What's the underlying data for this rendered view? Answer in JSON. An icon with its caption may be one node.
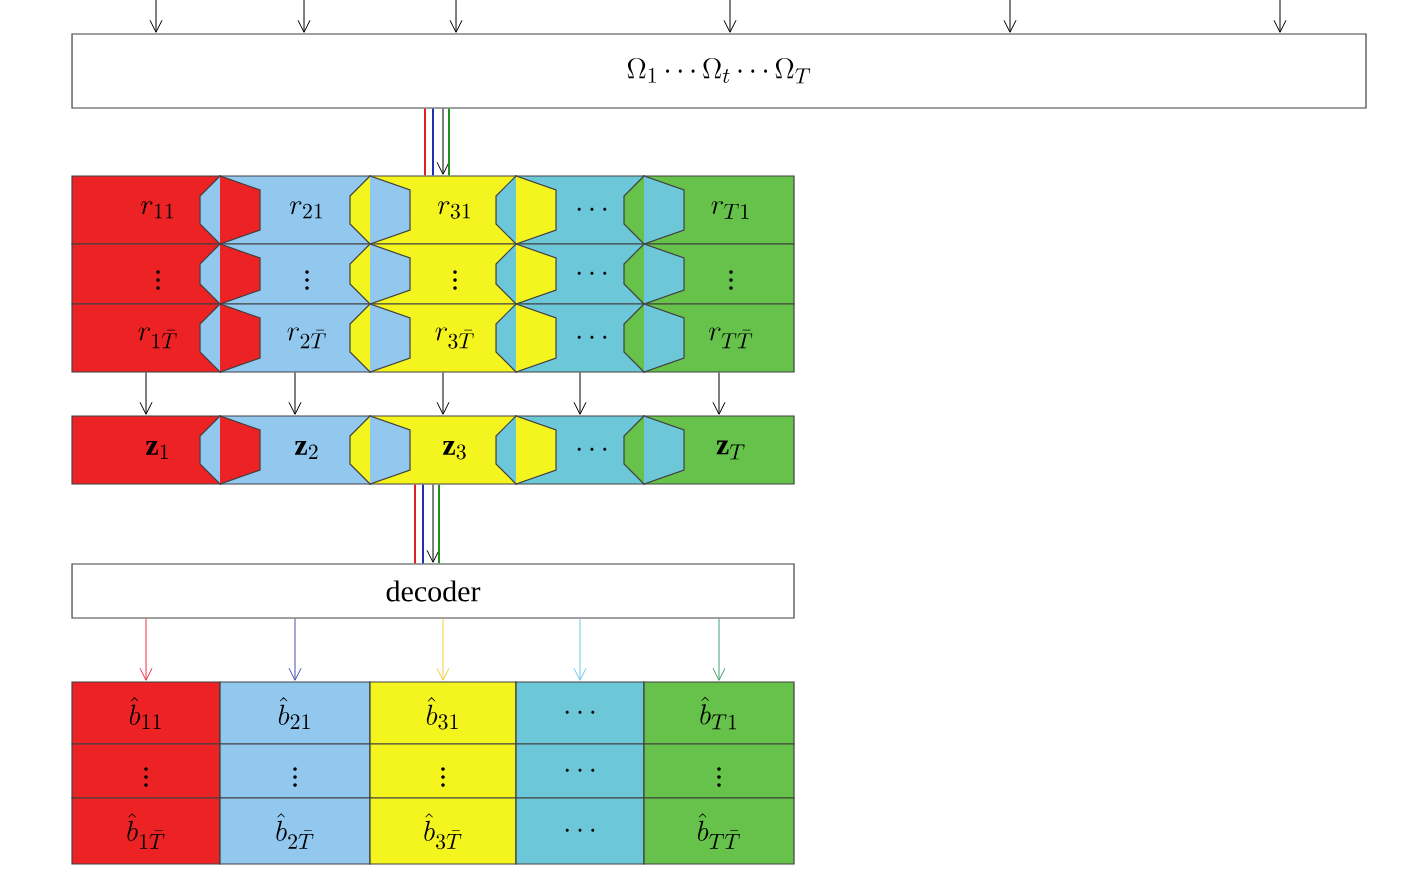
{
  "diagram": {
    "nodes": [
      {
        "text": [
          "\\Omega_1 \\cdots \\Omega_t \\cdots \\Omega_T"
        ]
      },
      {
        "text": [
          "r_{11}"
        ]
      },
      {
        "text": [
          "r_{21}"
        ]
      },
      {
        "text": [
          "r_{31}"
        ]
      },
      {
        "text": [
          "\\cdots"
        ]
      },
      {
        "text": [
          "r_{T1}"
        ]
      },
      {
        "text": [
          "\\vdots"
        ]
      },
      {
        "text": [
          "\\vdots"
        ]
      },
      {
        "text": [
          "\\vdots"
        ]
      },
      {
        "text": [
          "\\cdots"
        ]
      },
      {
        "text": [
          "\\vdots"
        ]
      },
      {
        "text": [
          "r_{1\\bar{T}}"
        ]
      },
      {
        "text": [
          "r_{2\\bar{T}}"
        ]
      },
      {
        "text": [
          "r_{3\\bar{T}}"
        ]
      },
      {
        "text": [
          "\\cdots"
        ]
      },
      {
        "text": [
          "r_{T\\bar{T}}"
        ]
      },
      {
        "text": [
          "\\mathbf{z}_1"
        ]
      },
      {
        "text": [
          "\\mathbf{z}_2"
        ]
      },
      {
        "text": [
          "\\mathbf{z}_3"
        ]
      },
      {
        "text": [
          "\\cdots"
        ]
      },
      {
        "text": [
          "\\mathbf{z}_T"
        ]
      },
      {
        "text": [
          "decoder"
        ]
      },
      {
        "text": [
          "\\hat{b}_{11}"
        ]
      },
      {
        "text": [
          "\\hat{b}_{21}"
        ]
      },
      {
        "text": [
          "\\hat{b}_{31}"
        ]
      },
      {
        "text": [
          "\\cdots"
        ]
      },
      {
        "text": [
          "\\hat{b}_{T1}"
        ]
      },
      {
        "text": [
          "\\vdots"
        ]
      },
      {
        "text": [
          "\\vdots"
        ]
      },
      {
        "text": [
          "\\vdots"
        ]
      },
      {
        "text": [
          "\\cdots"
        ]
      },
      {
        "text": [
          "\\vdots"
        ]
      },
      {
        "text": [
          "\\hat{b}_{1\\bar{T}}"
        ]
      },
      {
        "text": [
          "\\hat{b}_{2\\bar{T}}"
        ]
      },
      {
        "text": [
          "\\hat{b}_{3\\bar{T}}"
        ]
      },
      {
        "text": [
          "\\cdots"
        ]
      },
      {
        "text": [
          "\\hat{b}_{T\\bar{T}}"
        ]
      }
    ],
    "edges": [
      {
        "from": null,
        "to": 0,
        "arrow": "to"
      },
      {
        "from": null,
        "to": 0,
        "arrow": "to"
      },
      {
        "from": null,
        "to": 0,
        "arrow": "to"
      },
      {
        "from": null,
        "to": 0,
        "arrow": "to"
      },
      {
        "from": null,
        "to": 0,
        "arrow": "to"
      },
      {
        "from": null,
        "to": 0,
        "arrow": "to"
      },
      {
        "from": 0,
        "to": 3,
        "arrow": "to"
      },
      {
        "from": 0,
        "to": 3,
        "arrow": "none",
        "color": "#e02020"
      },
      {
        "from": 0,
        "to": 3,
        "arrow": "none",
        "color": "#2030b0"
      },
      {
        "from": 0,
        "to": 3,
        "arrow": "none",
        "color": "#209020"
      },
      {
        "from": 11,
        "to": 16,
        "arrow": "to"
      },
      {
        "from": 12,
        "to": 17,
        "arrow": "to"
      },
      {
        "from": 13,
        "to": 18,
        "arrow": "to"
      },
      {
        "from": 14,
        "to": 19,
        "arrow": "to"
      },
      {
        "from": 15,
        "to": 20,
        "arrow": "to"
      },
      {
        "from": 18,
        "to": 21,
        "arrow": "to"
      },
      {
        "from": 18,
        "to": 21,
        "arrow": "none",
        "color": "#e02020"
      },
      {
        "from": 18,
        "to": 21,
        "arrow": "none",
        "color": "#2030b0"
      },
      {
        "from": 18,
        "to": 21,
        "arrow": "none",
        "color": "#209020"
      },
      {
        "from": 21,
        "to": 22,
        "arrow": "to",
        "color": "#ee3344"
      },
      {
        "from": 21,
        "to": 23,
        "arrow": "to",
        "color": "#4a4ab0"
      },
      {
        "from": 21,
        "to": 24,
        "arrow": "to",
        "color": "#f0d040"
      },
      {
        "from": 21,
        "to": 25,
        "arrow": "to",
        "color": "#70c8e8"
      },
      {
        "from": 21,
        "to": 26,
        "arrow": "to",
        "color": "#40a070"
      }
    ]
  }
}
